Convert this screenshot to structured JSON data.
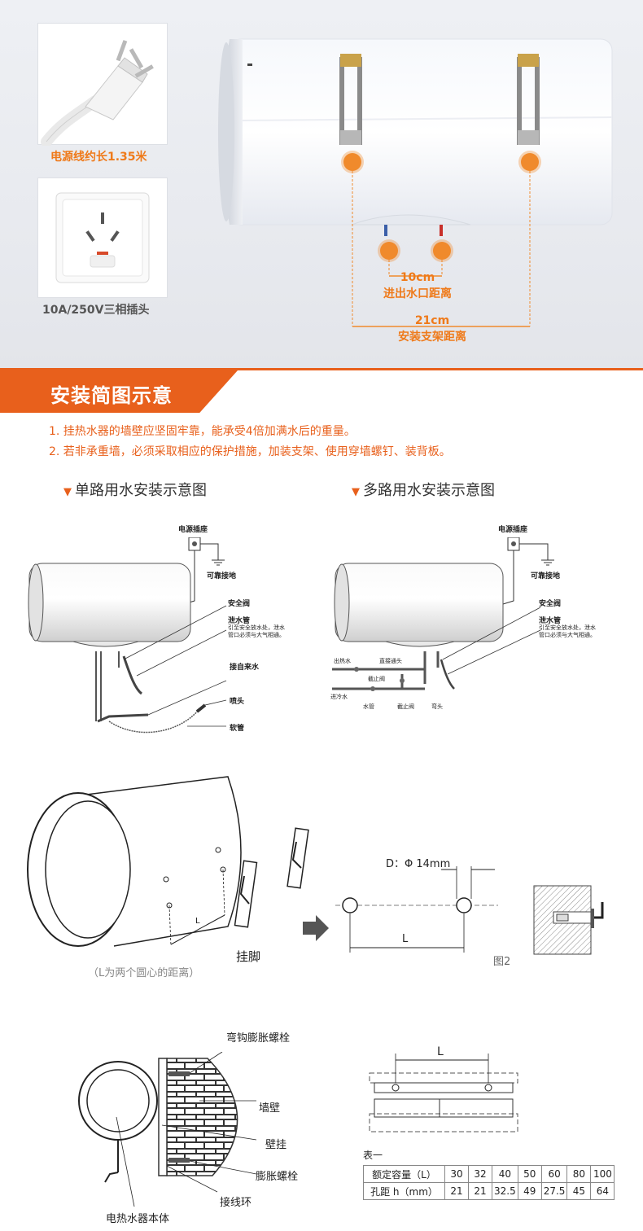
{
  "top": {
    "power_cord_caption": "电源线约长1.35米",
    "socket_caption": "10A/250V三相插头",
    "outlet_distance_value": "10cm",
    "outlet_distance_label": "进出水口距离",
    "bracket_distance_value": "21cm",
    "bracket_distance_label": "安装支架距离"
  },
  "section": {
    "title": "安装简图示意",
    "notes": [
      "1. 挂热水器的墙壁应坚固牢靠，能承受4倍加满水后的重量。",
      "2. 若非承重墙，必须采取相应的保护措施，加装支架、使用穿墙螺钉、装背板。"
    ]
  },
  "single": {
    "title": "单路用水安装示意图",
    "power_socket": "电源插座",
    "ground": "可靠接地",
    "safety_valve": "安全阀",
    "drain_pipe": "泄水管",
    "drain_note_1": "引至安全放水处，泄水",
    "drain_note_2": "管口必须与大气相通。",
    "tap_water": "接自来水",
    "nozzle": "喷头",
    "hose": "软管"
  },
  "multi": {
    "title": "多路用水安装示意图",
    "power_socket": "电源插座",
    "ground": "可靠接地",
    "safety_valve": "安全阀",
    "drain_pipe": "泄水管",
    "drain_note_1": "引至安全放水处，泄水",
    "drain_note_2": "管口必须与大气相通。",
    "hot_out": "出热水",
    "direct_joint": "直接通头",
    "stop_valve": "截止阀",
    "cold_in": "进冷水",
    "water_pipe": "水管",
    "stop_valve_2": "截止阀",
    "elbow": "弯头"
  },
  "mount": {
    "hanger": "挂脚",
    "l_label": "L",
    "l_note": "（L为两个圆心的距离）",
    "d_label": "D：Φ 14mm",
    "l_label_2": "L",
    "fig2": "图2"
  },
  "wall": {
    "hook_bolt": "弯钩膨胀螺栓",
    "wall": "墙壁",
    "hanger": "壁挂",
    "expansion_bolt": "膨胀螺栓",
    "wiring_ring": "接线环",
    "body": "电热水器本体",
    "l_label": "L"
  },
  "table": {
    "caption": "表一",
    "row1_header": "额定容量（L）",
    "row2_header": "孔距 h（mm）",
    "capacities": [
      "30",
      "32",
      "40",
      "50",
      "60",
      "80",
      "100"
    ],
    "spacings": [
      "21",
      "21",
      "32.5",
      "49",
      "27.5",
      "45",
      "64"
    ]
  },
  "colors": {
    "accent": "#e8601c",
    "dot": "#f08a2c"
  }
}
